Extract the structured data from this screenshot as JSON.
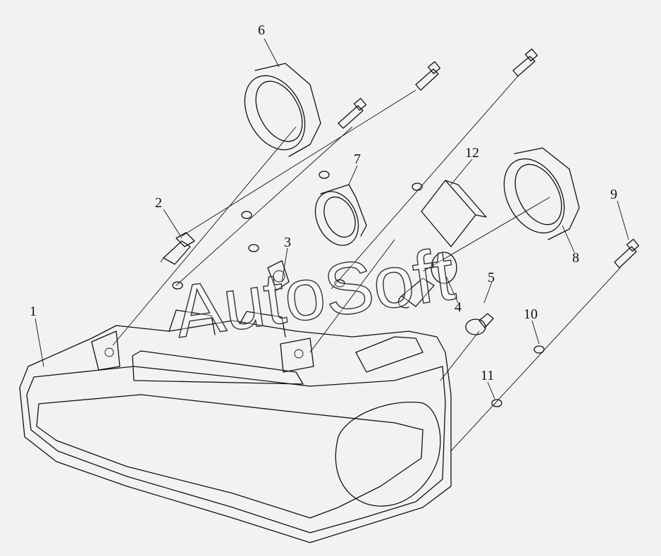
{
  "watermark": "AutoSoft",
  "callouts": {
    "n1": "1",
    "n2": "2",
    "n3": "3",
    "n4": "4",
    "n5": "5",
    "n6": "6",
    "n7": "7",
    "n8": "8",
    "n9": "9",
    "n10": "10",
    "n11": "11",
    "n12": "12"
  },
  "colors": {
    "background": "#f2f2f2",
    "line": "#111111"
  }
}
